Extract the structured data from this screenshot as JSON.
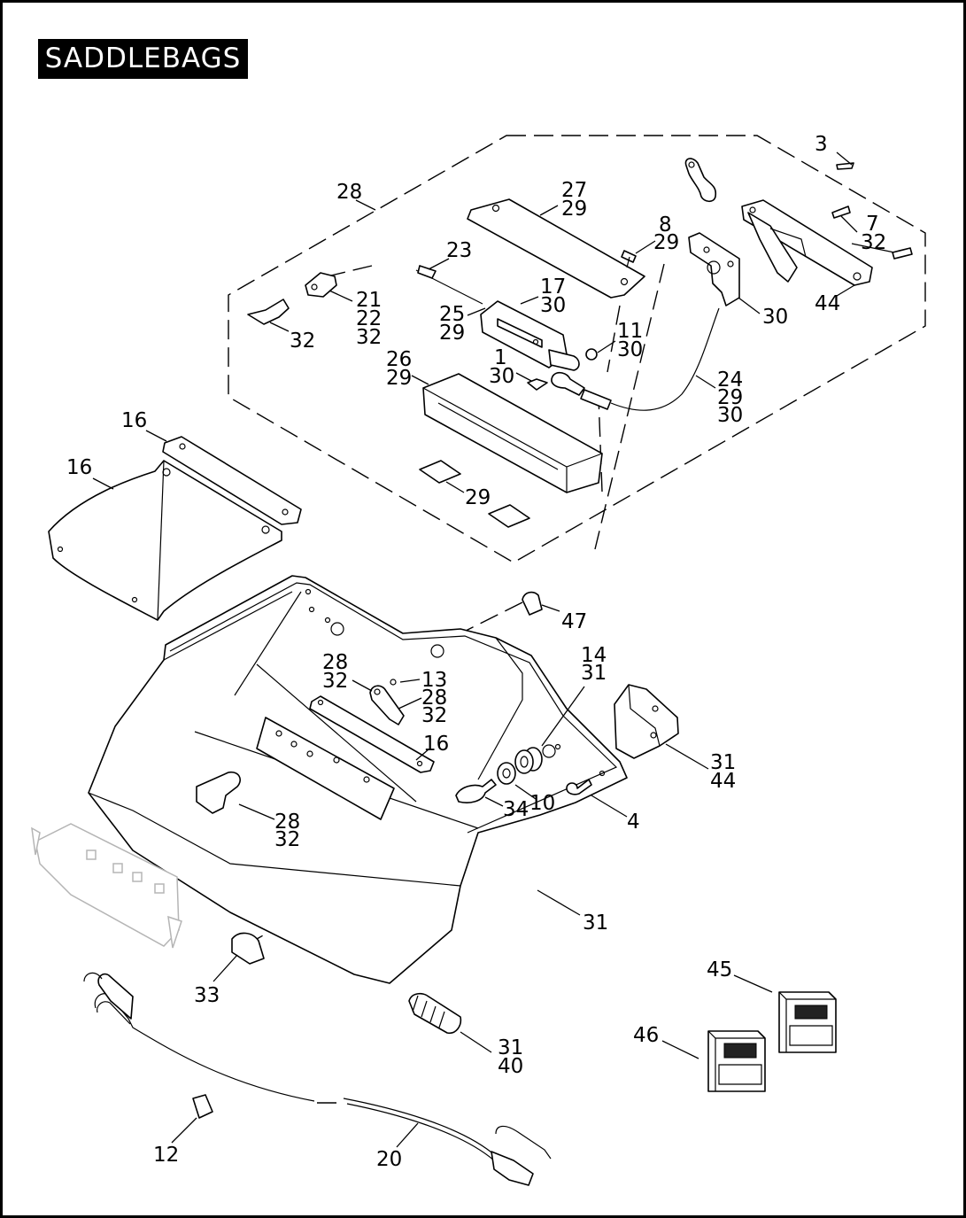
{
  "title": "SADDLEBAGS",
  "callouts": {
    "c3": "3",
    "c28a": "28",
    "c27": "27",
    "c29a": "29",
    "c8": "8",
    "c29b": "29",
    "c7": "7",
    "c32a": "32",
    "c23": "23",
    "c21": "21",
    "c22": "22",
    "c32b": "32",
    "c17": "17",
    "c30a": "30",
    "c25": "25",
    "c29c": "29",
    "c44a": "44",
    "c30b": "30",
    "c32c": "32",
    "c11": "11",
    "c30c": "30",
    "c26": "26",
    "c29d": "29",
    "c1": "1",
    "c30d": "30",
    "c24": "24",
    "c29e": "29",
    "c30e": "30",
    "c16a": "16",
    "c16b": "16",
    "c29f": "29",
    "c47": "47",
    "c14": "14",
    "c31a": "31",
    "c28b": "28",
    "c32d": "32",
    "c13": "13",
    "c28c": "28",
    "c32e": "32",
    "c16c": "16",
    "c31b": "31",
    "c44b": "44",
    "c34": "34",
    "c10": "10",
    "c4": "4",
    "c28d": "28",
    "c32f": "32",
    "c31c": "31",
    "c45": "45",
    "c46": "46",
    "c33": "33",
    "c31d": "31",
    "c40": "40",
    "c12": "12",
    "c20": "20"
  }
}
